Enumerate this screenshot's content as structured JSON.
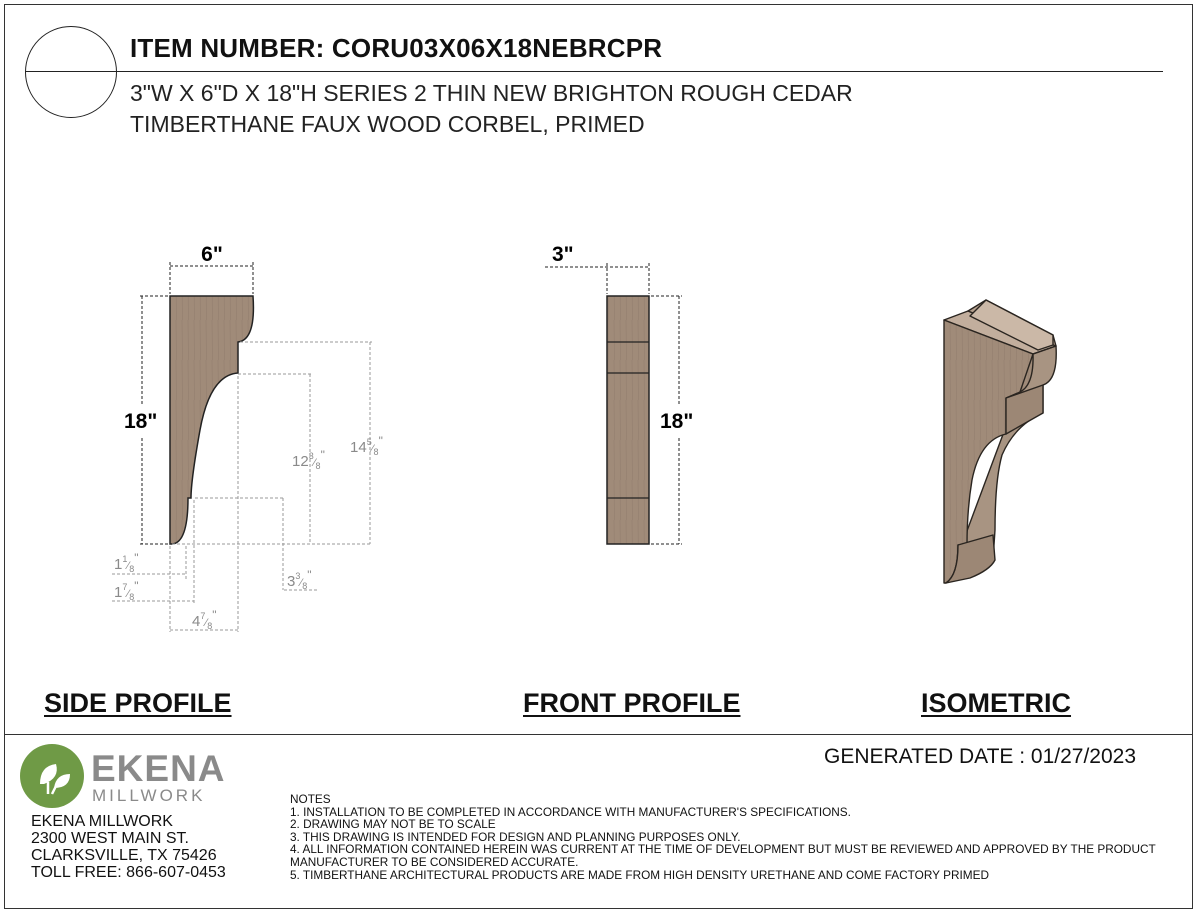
{
  "header": {
    "item_number": "ITEM NUMBER: CORU03X06X18NEBRCPR",
    "description_line1": "3\"W X 6\"D X 18\"H SERIES 2 THIN NEW BRIGHTON ROUGH CEDAR",
    "description_line2": "TIMBERTHANE FAUX WOOD CORBEL, PRIMED"
  },
  "side_profile": {
    "label": "SIDE PROFILE",
    "width_dim": "6\"",
    "height_dim": "18\"",
    "dims": {
      "d_14_5_8": {
        "whole": "14",
        "num": "5",
        "den": "8"
      },
      "d_12_3_8": {
        "whole": "12",
        "num": "3",
        "den": "8"
      },
      "d_3_3_8": {
        "whole": "3",
        "num": "3",
        "den": "8"
      },
      "d_1_1_8": {
        "whole": "1",
        "num": "1",
        "den": "8"
      },
      "d_1_7_8": {
        "whole": "1",
        "num": "7",
        "den": "8"
      },
      "d_4_7_8": {
        "whole": "4",
        "num": "7",
        "den": "8"
      }
    }
  },
  "front_profile": {
    "label": "FRONT PROFILE",
    "width_dim": "3\"",
    "height_dim": "18\""
  },
  "isometric": {
    "label": "ISOMETRIC"
  },
  "footer": {
    "generated_date": "GENERATED DATE : 01/27/2023",
    "brand": "EKENA",
    "brand_sub": "MILLWORK",
    "company": "EKENA MILLWORK",
    "address1": "2300 WEST MAIN ST.",
    "address2": "CLARKSVILLE, TX 75426",
    "phone": "TOLL FREE: 866-607-0453",
    "notes_title": "NOTES",
    "notes": [
      "1. INSTALLATION TO BE COMPLETED IN ACCORDANCE WITH MANUFACTURER'S SPECIFICATIONS.",
      "2. DRAWING MAY NOT BE TO SCALE",
      "3. THIS DRAWING IS INTENDED FOR DESIGN AND PLANNING PURPOSES ONLY.",
      "4. ALL INFORMATION CONTAINED HEREIN WAS CURRENT AT THE TIME OF DEVELOPMENT BUT MUST BE REVIEWED AND APPROVED BY THE PRODUCT MANUFACTURER TO BE CONSIDERED ACCURATE.",
      "5. TIMBERTHANE ARCHITECTURAL PRODUCTS ARE MADE FROM HIGH DENSITY URETHANE AND COME FACTORY PRIMED"
    ]
  },
  "colors": {
    "wood": "#a08b79",
    "wood_light": "#b8a493",
    "wood_dark": "#8b7665",
    "logo_green": "#6f9a46",
    "dim_gray": "#9a9a9a"
  }
}
